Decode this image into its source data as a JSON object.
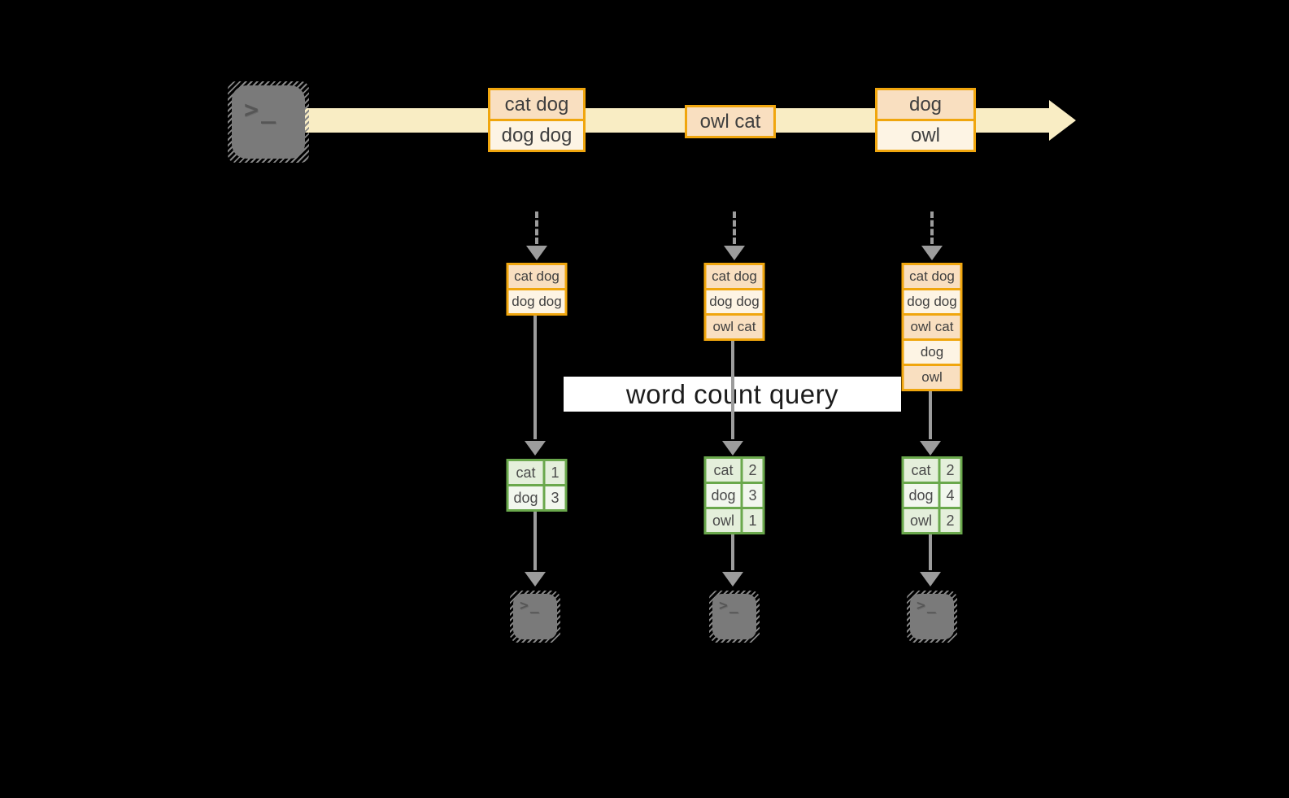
{
  "banner": {
    "label": "word count query"
  },
  "icons": {
    "terminal": "terminal-prompt-icon",
    "prompt_glyph": ">_"
  },
  "stream": {
    "batches": [
      {
        "rows": [
          "cat dog",
          "dog dog"
        ]
      },
      {
        "rows": [
          "owl cat"
        ]
      },
      {
        "rows": [
          "dog",
          "owl"
        ]
      }
    ]
  },
  "columns": [
    {
      "buffer": [
        "cat dog",
        "dog dog"
      ],
      "counts": [
        {
          "word": "cat",
          "count": 1
        },
        {
          "word": "dog",
          "count": 3
        }
      ]
    },
    {
      "buffer": [
        "cat dog",
        "dog dog",
        "owl cat"
      ],
      "counts": [
        {
          "word": "cat",
          "count": 2
        },
        {
          "word": "dog",
          "count": 3
        },
        {
          "word": "owl",
          "count": 1
        }
      ]
    },
    {
      "buffer": [
        "cat dog",
        "dog dog",
        "owl cat",
        "dog",
        "owl"
      ],
      "counts": [
        {
          "word": "cat",
          "count": 2
        },
        {
          "word": "dog",
          "count": 4
        },
        {
          "word": "owl",
          "count": 2
        }
      ]
    }
  ],
  "colors": {
    "background": "#000000",
    "stream_band": "#f9edc4",
    "box_border": "#f0a60e",
    "box_fill_dark": "#f9dfc0",
    "box_fill_light": "#fdf4e4",
    "table_border": "#6aa84c",
    "table_fill_dark": "#e4efdb",
    "table_fill_light": "#f2f7ee",
    "arrow_gray": "#9c9c9c",
    "terminal_gray": "#7a7a7a"
  }
}
